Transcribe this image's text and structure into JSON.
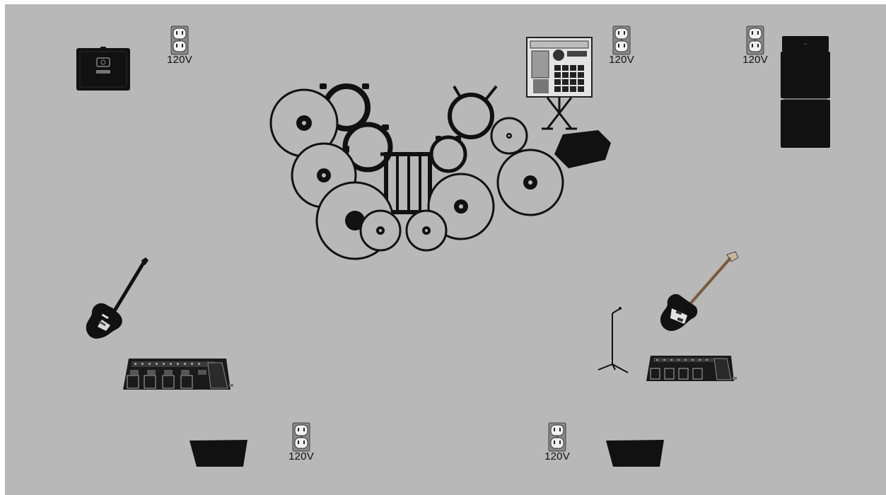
{
  "power_outlets": [
    {
      "label": "120V"
    },
    {
      "label": "120V"
    },
    {
      "label": "120V"
    },
    {
      "label": "120V"
    },
    {
      "label": "120V"
    }
  ],
  "icons": {
    "combo_amp": "guitar-combo-amp-icon",
    "sampler": "drum-sampler-on-stand-icon",
    "bass_cab": "bass-amp-stack-icon",
    "drum_kit": "drum-kit-icon",
    "guitar": "electric-guitar-icon",
    "bass": "bass-guitar-icon",
    "pedalboard_left": "guitar-pedalboard-icon",
    "pedalboard_right": "bass-pedalboard-icon",
    "mic_stand": "mic-stand-icon",
    "wedge_left": "floor-monitor-wedge-icon",
    "wedge_right": "floor-monitor-wedge-icon",
    "drum_monitor": "drummer-monitor-wedge-icon"
  },
  "colors": {
    "background": "#b8b8b8",
    "ink": "#111111",
    "outlet_plate": "#9a9a9a"
  }
}
